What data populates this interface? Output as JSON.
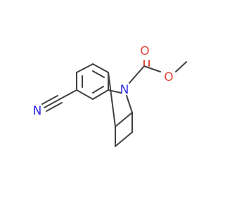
{
  "molecule": {
    "labels": {
      "oxygen_carbonyl": "O",
      "oxygen_ester": "O",
      "nitrogen_ring": "N",
      "nitrogen_nitrile": "N"
    },
    "colors": {
      "carbon_bond": "#404040",
      "nitrogen": "#2929e3",
      "oxygen": "#e0463a",
      "background": "#ffffff"
    }
  }
}
